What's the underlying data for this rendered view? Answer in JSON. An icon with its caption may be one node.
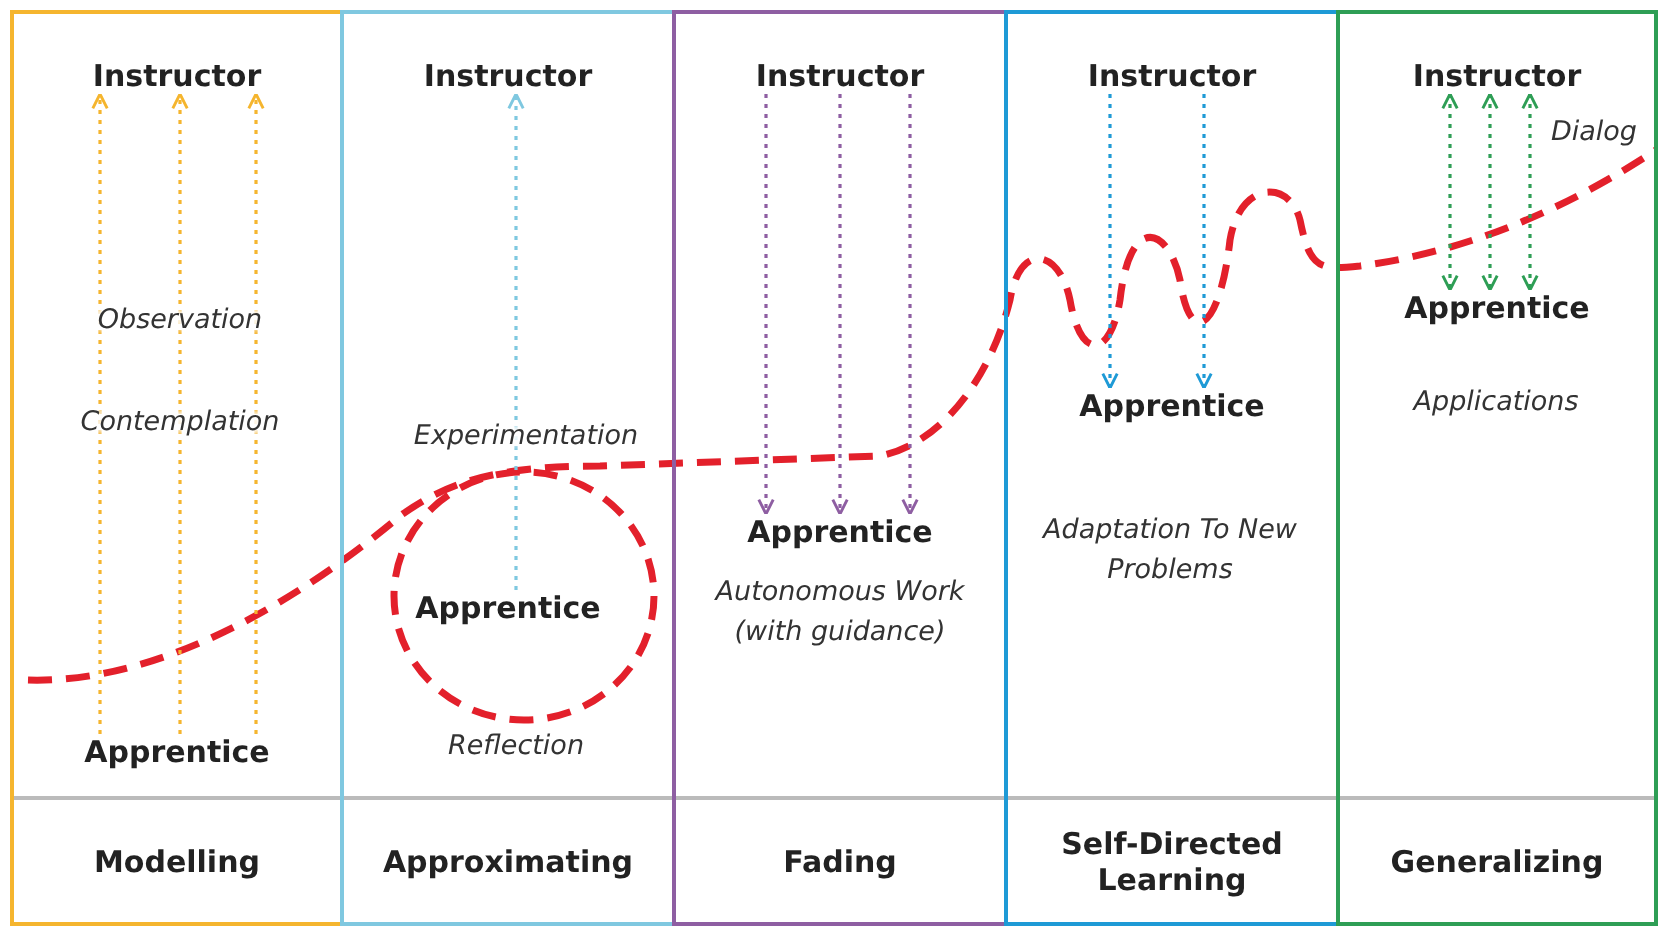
{
  "diagram": {
    "nodes": [
      {
        "text": [
          "Modelling"
        ]
      },
      {
        "text": [
          "Instructor"
        ],
        "in": 0
      },
      {
        "text": [
          "Apprentice"
        ],
        "in": 0
      },
      {
        "text": [
          "Approximating"
        ]
      },
      {
        "text": [
          "Instructor"
        ],
        "in": 3
      },
      {
        "text": [
          "Apprentice"
        ],
        "in": 3
      },
      {
        "text": [
          "Fading"
        ]
      },
      {
        "text": [
          "Instructor"
        ],
        "in": 6
      },
      {
        "text": [
          "Apprentice"
        ],
        "in": 6
      },
      {
        "text": [
          "Self-Directed Learning"
        ]
      },
      {
        "text": [
          "Instructor"
        ],
        "in": 9
      },
      {
        "text": [
          "Apprentice"
        ],
        "in": 9
      },
      {
        "text": [
          "Generalizing"
        ]
      },
      {
        "text": [
          "Instructor"
        ],
        "in": 12
      },
      {
        "text": [
          "Apprentice"
        ],
        "in": 12
      }
    ],
    "edges": [
      {
        "from": 2,
        "to": 1,
        "arrow": "to",
        "style": "dashed",
        "color": "#f5b52e"
      },
      {
        "from": 2,
        "to": 1,
        "arrow": "to",
        "style": "dashed",
        "color": "#f5b52e"
      },
      {
        "from": 2,
        "to": 1,
        "arrow": "to",
        "style": "dashed",
        "color": "#f5b52e"
      },
      {
        "from": 5,
        "to": 4,
        "arrow": "to",
        "style": "dashed",
        "color": "#7fc8e0"
      },
      {
        "from": 7,
        "to": 8,
        "arrow": "to",
        "style": "dashed",
        "color": "#8e5ea2"
      },
      {
        "from": 7,
        "to": 8,
        "arrow": "to",
        "style": "dashed",
        "color": "#8e5ea2"
      },
      {
        "from": 7,
        "to": 8,
        "arrow": "to",
        "style": "dashed",
        "color": "#8e5ea2"
      },
      {
        "from": 10,
        "to": 11,
        "arrow": "to",
        "style": "dashed",
        "color": "#1e9ad6"
      },
      {
        "from": 10,
        "to": 11,
        "arrow": "to",
        "style": "dashed",
        "color": "#1e9ad6"
      },
      {
        "from": 13,
        "to": 14,
        "arrow": "both",
        "style": "dashed",
        "color": "#2e9e55"
      },
      {
        "from": 13,
        "to": 14,
        "arrow": "both",
        "style": "dashed",
        "color": "#2e9e55"
      },
      {
        "from": 13,
        "to": 14,
        "arrow": "both",
        "style": "dashed",
        "color": "#2e9e55"
      }
    ],
    "labels": [
      "Observation",
      "Contemplation",
      "Experimentation",
      "Reflection",
      "Autonomous Work (with guidance)",
      "Adaptation To New Problems",
      "Dialog",
      "Applications"
    ]
  }
}
